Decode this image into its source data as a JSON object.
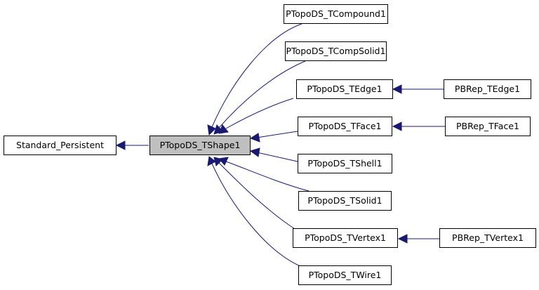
{
  "diagram": {
    "nodes": {
      "standard_persistent": "Standard_Persistent",
      "ptshape1": "PTopoDS_TShape1",
      "tcompound1": "PTopoDS_TCompound1",
      "tcompsolid1": "PTopoDS_TCompSolid1",
      "tedge1": "PTopoDS_TEdge1",
      "tface1": "PTopoDS_TFace1",
      "tshell1": "PTopoDS_TShell1",
      "tsolid1": "PTopoDS_TSolid1",
      "tvertex1": "PTopoDS_TVertex1",
      "twire1": "PTopoDS_TWire1",
      "pbrep_tedge1": "PBRep_TEdge1",
      "pbrep_tface1": "PBRep_TFace1",
      "pbrep_tvertex1": "PBRep_TVertex1"
    },
    "colors": {
      "edge": "#191970",
      "focus_fill": "#bfbfbf",
      "node_fill": "#ffffff",
      "node_border": "#000000"
    }
  }
}
